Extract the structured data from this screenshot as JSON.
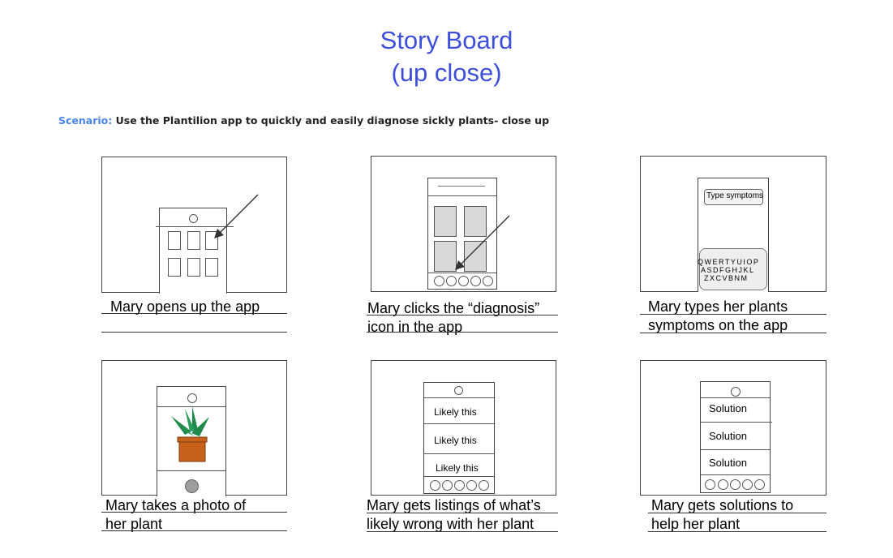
{
  "title": {
    "line1": "Story Board",
    "line2": "(up close)"
  },
  "scenario": {
    "label": "Scenario:",
    "text": "Use the Plantilion app to quickly and easily diagnose sickly plants- close up"
  },
  "panels": [
    {
      "caption_lines": [
        "Mary opens up the app",
        ""
      ]
    },
    {
      "caption_lines": [
        "Mary clicks the “diagnosis”",
        "icon in the app"
      ]
    },
    {
      "caption_lines": [
        "Mary types her plants",
        "symptoms on the app"
      ],
      "input_text": "Type symptoms",
      "keyboard_rows": [
        "QWERTYUIOP",
        "ASDFGHJKL",
        "ZXCVBNM"
      ]
    },
    {
      "caption_lines": [
        "Mary takes a photo of",
        "her plant"
      ]
    },
    {
      "caption_lines": [
        "Mary gets listings of what’s",
        "likely wrong with her plant"
      ],
      "items": [
        "Likely this",
        "Likely this",
        "Likely this"
      ]
    },
    {
      "caption_lines": [
        "Mary gets solutions to",
        "help her plant"
      ],
      "items": [
        "Solution",
        "Solution",
        "Solution"
      ]
    }
  ],
  "colors": {
    "title": "#3d4fd9",
    "scenario_label": "#4a86e8",
    "pot": "#c8611b",
    "leaf": "#1f8a4c",
    "shutter": "#9e9e9e"
  }
}
